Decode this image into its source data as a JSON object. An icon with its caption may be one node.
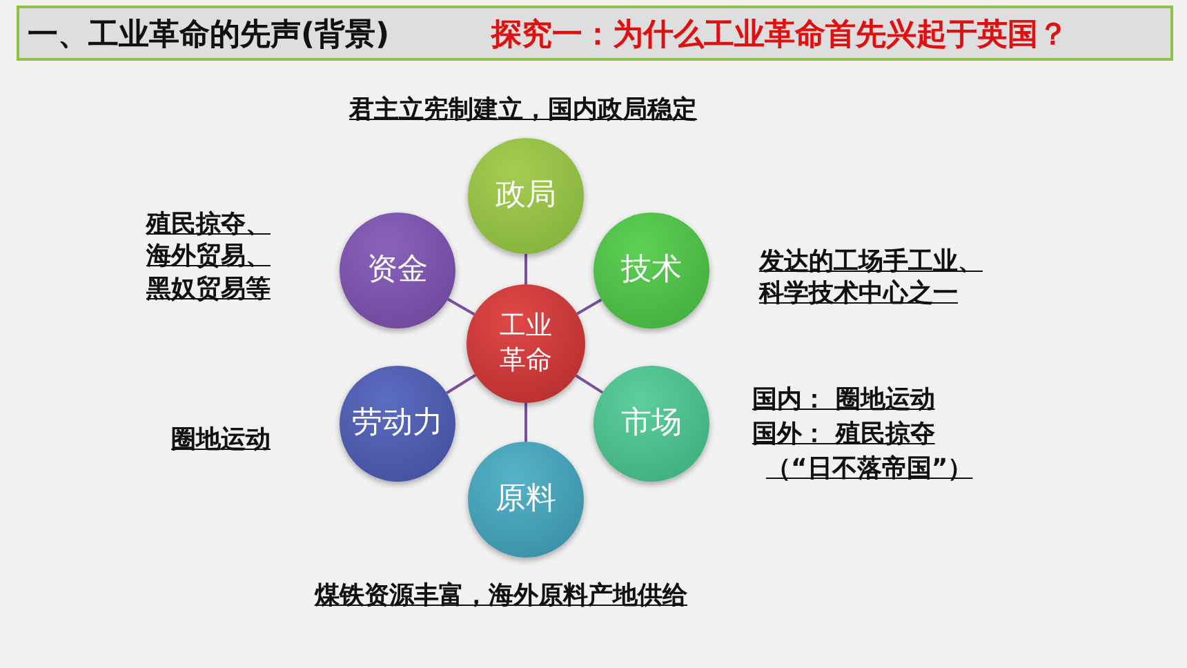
{
  "diagram": {
    "title": "一、工业革命的先声(背景)",
    "nodes": [
      {
        "text": [
          "工业革命"
        ]
      },
      {
        "text": [
          "政局"
        ],
        "beside": [
          "君主立宪制建立，国内政局稳定"
        ]
      },
      {
        "text": [
          "技术"
        ],
        "beside": [
          "发达的工场手工业、科学技术中心之一"
        ]
      },
      {
        "text": [
          "市场"
        ],
        "beside": [
          "国内： 圈地运动",
          "国外： 殖民掠夺",
          "（“日不落帝国”）"
        ]
      },
      {
        "text": [
          "原料"
        ],
        "beside": [
          "煤铁资源丰富，海外原料产地供给"
        ]
      },
      {
        "text": [
          "劳动力"
        ],
        "beside": [
          "圈地运动"
        ]
      },
      {
        "text": [
          "资金"
        ],
        "beside": [
          "殖民掠夺、海外贸易、黑奴贸易等"
        ]
      }
    ],
    "edges": [
      {
        "from": 0,
        "to": 1,
        "arrow": "none"
      },
      {
        "from": 0,
        "to": 2,
        "arrow": "none"
      },
      {
        "from": 0,
        "to": 3,
        "arrow": "none"
      },
      {
        "from": 0,
        "to": 4,
        "arrow": "none"
      },
      {
        "from": 0,
        "to": 5,
        "arrow": "none"
      },
      {
        "from": 0,
        "to": 6,
        "arrow": "none"
      }
    ],
    "labels": [
      "探究一：为什么工业革命首先兴起于英国？"
    ]
  }
}
